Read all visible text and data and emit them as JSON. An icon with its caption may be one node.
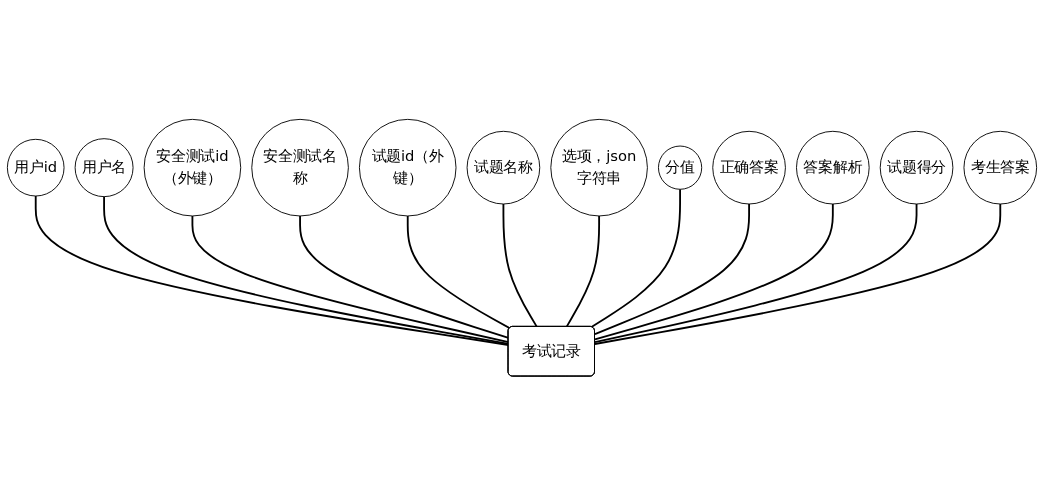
{
  "diagram": {
    "nodes": [
      {
        "text": [
          "用户id"
        ]
      },
      {
        "text": [
          "用户名"
        ]
      },
      {
        "text": [
          "安全测试id（外键）"
        ]
      },
      {
        "text": [
          "安全测试名称"
        ]
      },
      {
        "text": [
          "试题id（外键）"
        ]
      },
      {
        "text": [
          "试题名称"
        ]
      },
      {
        "text": [
          "选项，json字符串"
        ]
      },
      {
        "text": [
          "分值"
        ]
      },
      {
        "text": [
          "正确答案"
        ]
      },
      {
        "text": [
          "答案解析"
        ]
      },
      {
        "text": [
          "试题得分"
        ]
      },
      {
        "text": [
          "考生答案"
        ]
      },
      {
        "text": [
          "考试记录"
        ]
      }
    ],
    "edges": [
      {
        "from": 12,
        "to": 0,
        "arrow": "none"
      },
      {
        "from": 12,
        "to": 1,
        "arrow": "none"
      },
      {
        "from": 12,
        "to": 2,
        "arrow": "none"
      },
      {
        "from": 12,
        "to": 3,
        "arrow": "none"
      },
      {
        "from": 12,
        "to": 4,
        "arrow": "none"
      },
      {
        "from": 12,
        "to": 5,
        "arrow": "none"
      },
      {
        "from": 12,
        "to": 6,
        "arrow": "none"
      },
      {
        "from": 12,
        "to": 7,
        "arrow": "none"
      },
      {
        "from": 12,
        "to": 8,
        "arrow": "none"
      },
      {
        "from": 12,
        "to": 9,
        "arrow": "none"
      },
      {
        "from": 12,
        "to": 10,
        "arrow": "none"
      },
      {
        "from": 12,
        "to": 11,
        "arrow": "none"
      }
    ]
  }
}
